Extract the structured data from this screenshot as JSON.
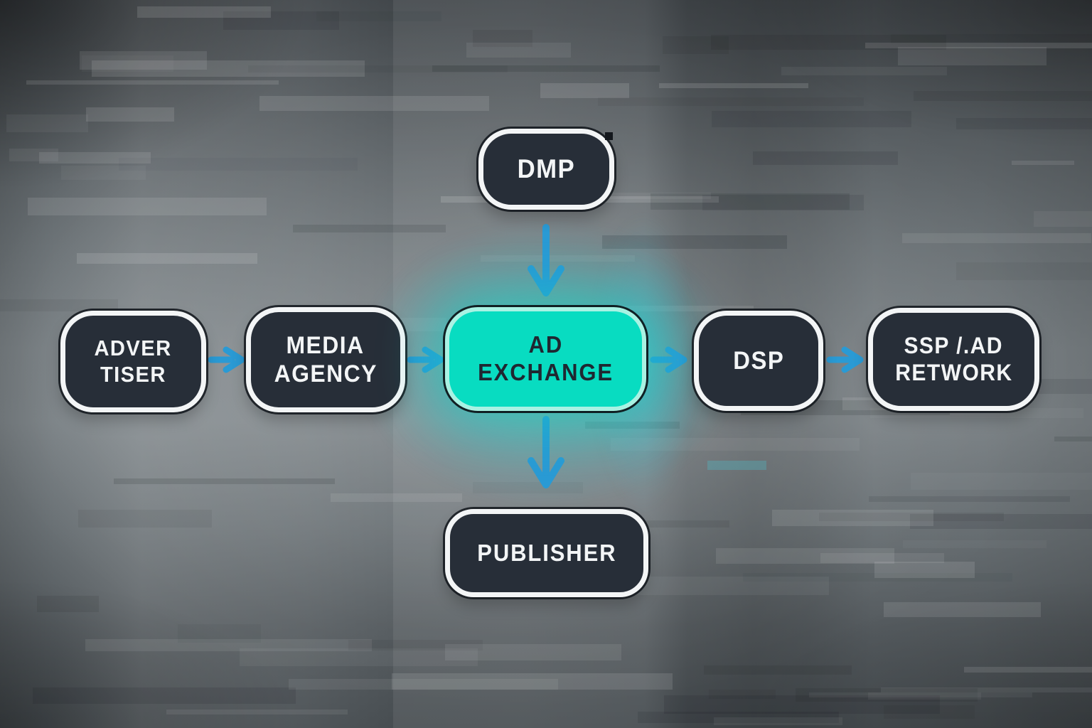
{
  "diagram_data": {
    "type": "flowchart",
    "description_nodes": [
      "DMP",
      "ADVERTISER",
      "MEDIA AGENCY",
      "AD EXCHANGE",
      "DSP",
      "SSP / AD NETWORK (rendered as SSP /.AD RETWORK)",
      "PUBLISHER"
    ],
    "edges": [
      {
        "from": "advertiser",
        "to": "media-agency"
      },
      {
        "from": "media-agency",
        "to": "ad-exchange"
      },
      {
        "from": "dmp",
        "to": "ad-exchange"
      },
      {
        "from": "ad-exchange",
        "to": "dsp"
      },
      {
        "from": "ad-exchange",
        "to": "publisher"
      },
      {
        "from": "dsp",
        "to": "ssp-ad-network"
      }
    ]
  },
  "nodes": {
    "dmp": {
      "line1": "DMP"
    },
    "advertiser": {
      "line1": "ADVER",
      "line2": "TISER"
    },
    "media_agency": {
      "line1": "MEDIA",
      "line2": "AGENCY"
    },
    "ad_exchange": {
      "line1": "AD",
      "line2": "EXCHANGE"
    },
    "dsp": {
      "line1": "DSP"
    },
    "ssp": {
      "line1": "SSP /.AD",
      "line2": "RETWORK"
    },
    "publisher": {
      "line1": "PUBLISHER"
    }
  },
  "colors": {
    "arrow_blue": "#2a9ad4",
    "node_fill": "#272e38",
    "node_border": "#f3f5f6",
    "node_text": "#f3f5f6",
    "teal_fill": "#08dcc1",
    "teal_border": "#a9f2e3",
    "teal_text": "#1f2731"
  }
}
